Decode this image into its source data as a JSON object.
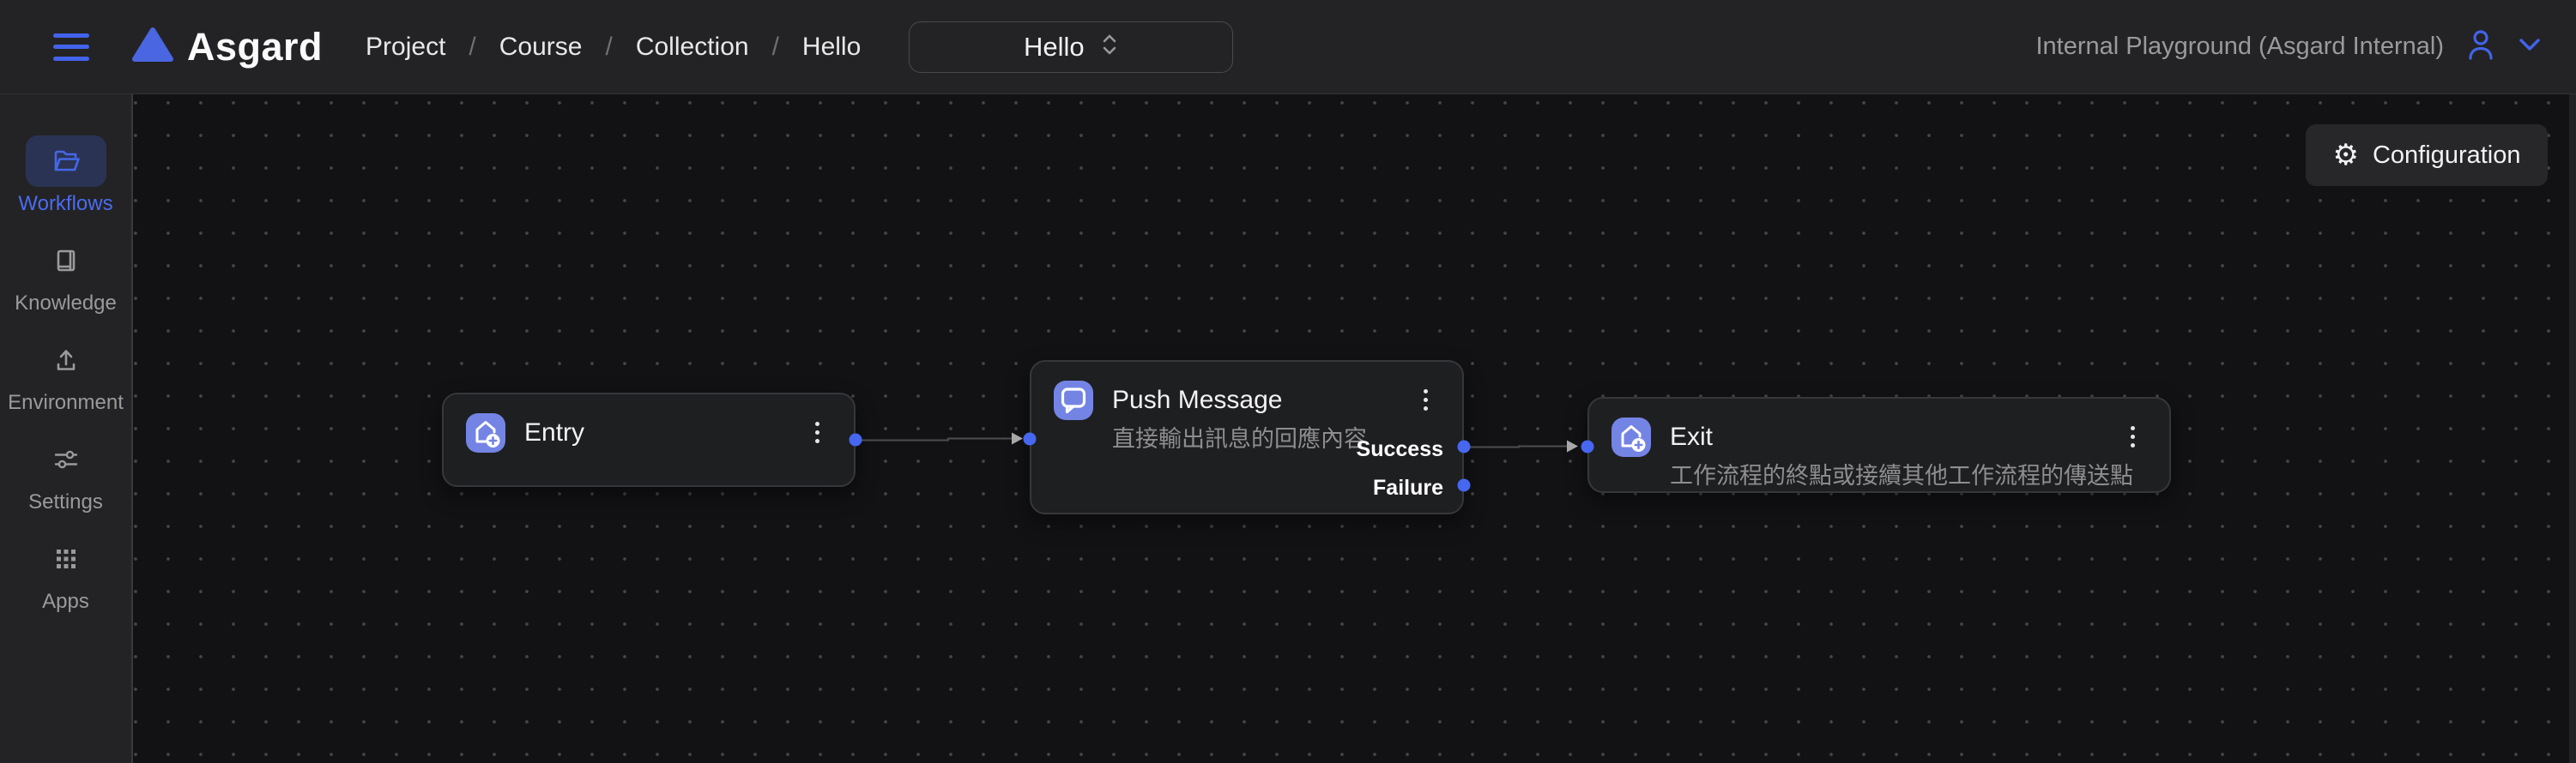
{
  "colors": {
    "accent": "#4263eb",
    "active_label": "#4a6cf0",
    "node_icon_bg": "#7484e4",
    "port_dot": "#4767f1",
    "active_pill_bg": "#2b3354",
    "panel_bg": "#232325",
    "canvas_bg": "#121214"
  },
  "header": {
    "logo": {
      "text": "Asgard"
    },
    "breadcrumb": {
      "items": [
        "Project",
        "Course",
        "Collection",
        "Hello"
      ],
      "separator": "/"
    },
    "workflow_selector": {
      "value": "Hello"
    },
    "workspace_label": "Internal Playground (Asgard Internal)"
  },
  "sidebar": {
    "items": [
      {
        "label": "Workflows",
        "icon": "open-folder-icon",
        "active": true
      },
      {
        "label": "Knowledge",
        "icon": "book-icon",
        "active": false
      },
      {
        "label": "Environment",
        "icon": "upload-icon",
        "active": false
      },
      {
        "label": "Settings",
        "icon": "sliders-icon",
        "active": false
      },
      {
        "label": "Apps",
        "icon": "apps-grid-icon",
        "active": false
      }
    ]
  },
  "canvas": {
    "configuration_button": {
      "label": "Configuration",
      "icon": "gear-icon"
    },
    "nodes": [
      {
        "title": "Entry",
        "subtitle": "",
        "icon": "home-plus-icon",
        "has_input": false,
        "has_output": true,
        "outputs": []
      },
      {
        "title": "Push Message",
        "subtitle": "直接輸出訊息的回應內容",
        "icon": "chat-bubble-icon",
        "has_input": true,
        "has_output": true,
        "outputs": [
          "Success",
          "Failure"
        ]
      },
      {
        "title": "Exit",
        "subtitle": "工作流程的終點或接續其他工作流程的傳送點",
        "icon": "home-plus-icon",
        "has_input": true,
        "has_output": false,
        "outputs": []
      }
    ],
    "edges": [
      {
        "from": "Entry",
        "from_port": "output",
        "to": "Push Message",
        "to_port": "input"
      },
      {
        "from": "Push Message",
        "from_port": "Success",
        "to": "Exit",
        "to_port": "input"
      }
    ]
  }
}
